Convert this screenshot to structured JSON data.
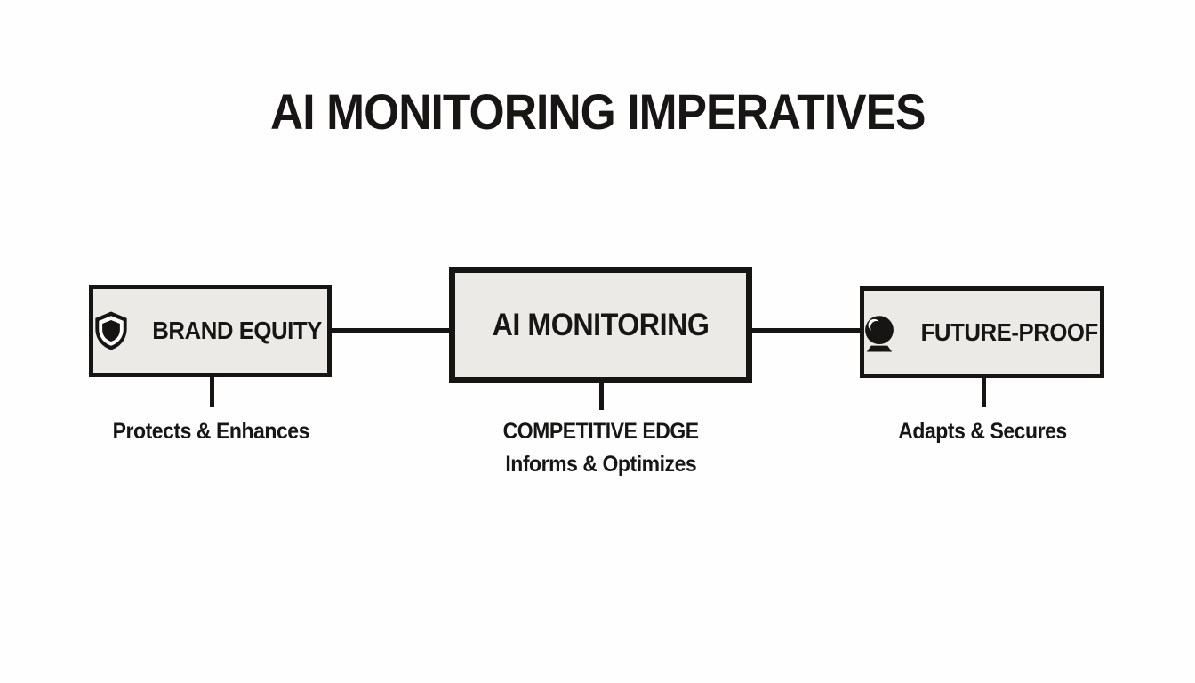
{
  "title": "AI MONITORING IMPERATIVES",
  "colors": {
    "background": "#fefefe",
    "box_fill": "#ebeae7",
    "ink": "#161514"
  },
  "nodes": {
    "brand_equity": {
      "label": "BRAND EQUITY",
      "icon": "shield-icon",
      "sublabel": "Protects & Enhances"
    },
    "ai_monitoring": {
      "label": "AI MONITORING",
      "sublabel_1": "COMPETITIVE EDGE",
      "sublabel_2": "Informs & Optimizes"
    },
    "future_proof": {
      "label": "FUTURE-PROOF",
      "icon": "crystal-ball-icon",
      "sublabel": "Adapts & Secures"
    }
  }
}
